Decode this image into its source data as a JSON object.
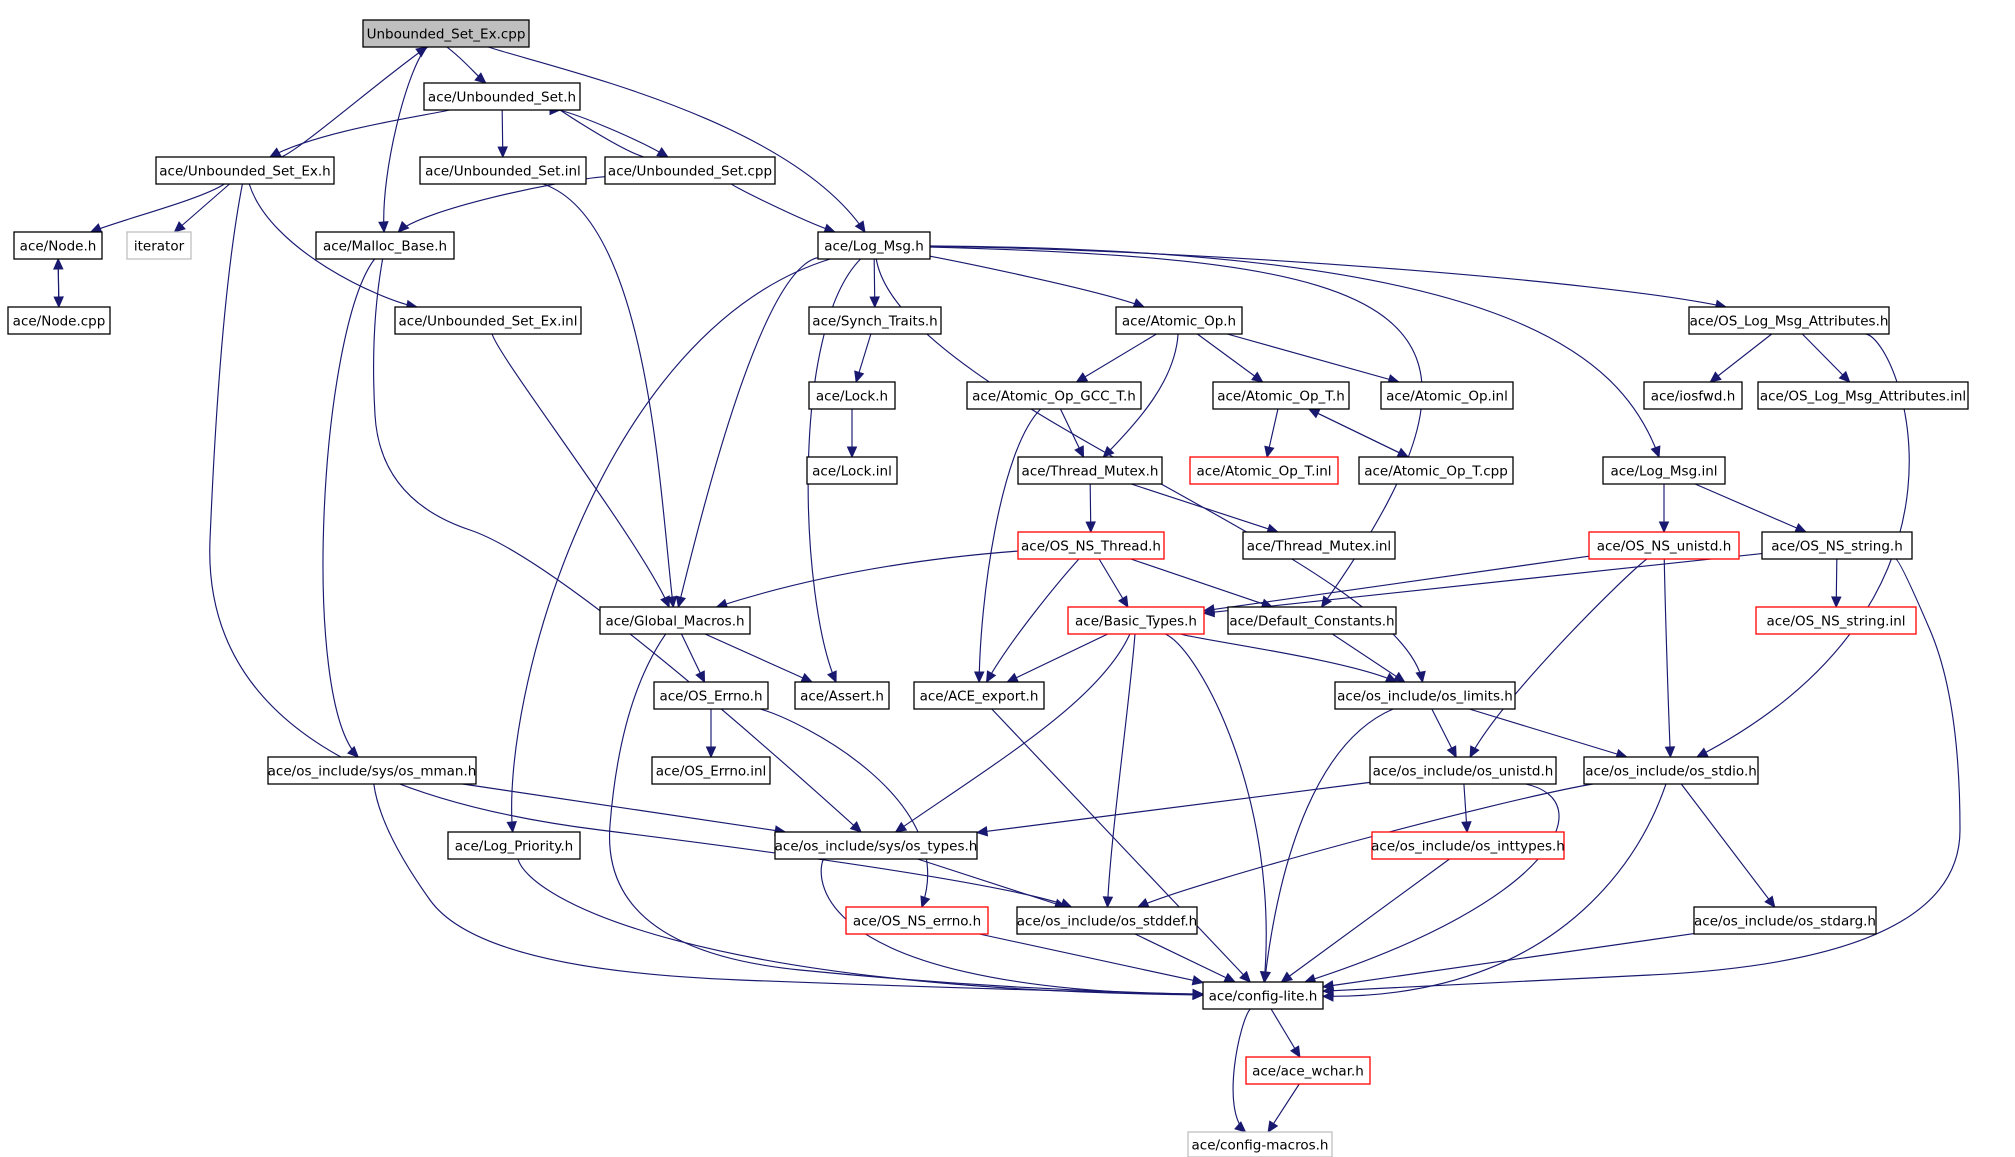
{
  "colors": {
    "edge": "#191970",
    "node_border": "#000000",
    "undocumented_border": "#ff0000",
    "external_border": "#bfbfbf",
    "root_fill": "#bfbfbf",
    "node_fill": "#ffffff"
  },
  "nodes": [
    {
      "id": "root",
      "label": "Unbounded_Set_Ex.cpp",
      "kind": "root"
    },
    {
      "id": "unbounded_set_h",
      "label": "ace/Unbounded_Set.h",
      "kind": "normal"
    },
    {
      "id": "unbounded_set_ex_h",
      "label": "ace/Unbounded_Set_Ex.h",
      "kind": "normal"
    },
    {
      "id": "unbounded_set_inl",
      "label": "ace/Unbounded_Set.inl",
      "kind": "normal"
    },
    {
      "id": "unbounded_set_cpp",
      "label": "ace/Unbounded_Set.cpp",
      "kind": "normal"
    },
    {
      "id": "node_h",
      "label": "ace/Node.h",
      "kind": "normal"
    },
    {
      "id": "iterator",
      "label": "iterator",
      "kind": "external"
    },
    {
      "id": "malloc_base_h",
      "label": "ace/Malloc_Base.h",
      "kind": "normal"
    },
    {
      "id": "log_msg_h",
      "label": "ace/Log_Msg.h",
      "kind": "normal"
    },
    {
      "id": "node_cpp",
      "label": "ace/Node.cpp",
      "kind": "normal"
    },
    {
      "id": "unbounded_set_ex_inl",
      "label": "ace/Unbounded_Set_Ex.inl",
      "kind": "normal"
    },
    {
      "id": "synch_traits_h",
      "label": "ace/Synch_Traits.h",
      "kind": "normal"
    },
    {
      "id": "atomic_op_h",
      "label": "ace/Atomic_Op.h",
      "kind": "normal"
    },
    {
      "id": "os_log_msg_attributes_h",
      "label": "ace/OS_Log_Msg_Attributes.h",
      "kind": "normal"
    },
    {
      "id": "lock_h",
      "label": "ace/Lock.h",
      "kind": "normal"
    },
    {
      "id": "atomic_op_gcc_t_h",
      "label": "ace/Atomic_Op_GCC_T.h",
      "kind": "normal"
    },
    {
      "id": "atomic_op_t_h",
      "label": "ace/Atomic_Op_T.h",
      "kind": "normal"
    },
    {
      "id": "atomic_op_inl",
      "label": "ace/Atomic_Op.inl",
      "kind": "normal"
    },
    {
      "id": "iosfwd_h",
      "label": "ace/iosfwd.h",
      "kind": "normal"
    },
    {
      "id": "os_log_msg_attributes_inl",
      "label": "ace/OS_Log_Msg_Attributes.inl",
      "kind": "normal"
    },
    {
      "id": "lock_inl",
      "label": "ace/Lock.inl",
      "kind": "normal"
    },
    {
      "id": "thread_mutex_h",
      "label": "ace/Thread_Mutex.h",
      "kind": "normal"
    },
    {
      "id": "atomic_op_t_inl",
      "label": "ace/Atomic_Op_T.inl",
      "kind": "undocumented"
    },
    {
      "id": "atomic_op_t_cpp",
      "label": "ace/Atomic_Op_T.cpp",
      "kind": "normal"
    },
    {
      "id": "log_msg_inl",
      "label": "ace/Log_Msg.inl",
      "kind": "normal"
    },
    {
      "id": "os_ns_thread_h",
      "label": "ace/OS_NS_Thread.h",
      "kind": "undocumented"
    },
    {
      "id": "thread_mutex_inl",
      "label": "ace/Thread_Mutex.inl",
      "kind": "normal"
    },
    {
      "id": "os_ns_unistd_h",
      "label": "ace/OS_NS_unistd.h",
      "kind": "undocumented"
    },
    {
      "id": "os_ns_string_h",
      "label": "ace/OS_NS_string.h",
      "kind": "normal"
    },
    {
      "id": "global_macros_h",
      "label": "ace/Global_Macros.h",
      "kind": "normal"
    },
    {
      "id": "basic_types_h",
      "label": "ace/Basic_Types.h",
      "kind": "undocumented"
    },
    {
      "id": "default_constants_h",
      "label": "ace/Default_Constants.h",
      "kind": "normal"
    },
    {
      "id": "os_ns_string_inl",
      "label": "ace/OS_NS_string.inl",
      "kind": "undocumented"
    },
    {
      "id": "os_errno_h",
      "label": "ace/OS_Errno.h",
      "kind": "normal"
    },
    {
      "id": "assert_h",
      "label": "ace/Assert.h",
      "kind": "normal"
    },
    {
      "id": "ace_export_h",
      "label": "ace/ACE_export.h",
      "kind": "normal"
    },
    {
      "id": "os_limits_h",
      "label": "ace/os_include/os_limits.h",
      "kind": "normal"
    },
    {
      "id": "os_errno_inl",
      "label": "ace/OS_Errno.inl",
      "kind": "normal"
    },
    {
      "id": "os_mman_h",
      "label": "ace/os_include/sys/os_mman.h",
      "kind": "normal"
    },
    {
      "id": "os_unistd_h",
      "label": "ace/os_include/os_unistd.h",
      "kind": "normal"
    },
    {
      "id": "os_stdio_h",
      "label": "ace/os_include/os_stdio.h",
      "kind": "normal"
    },
    {
      "id": "log_priority_h",
      "label": "ace/Log_Priority.h",
      "kind": "normal"
    },
    {
      "id": "os_types_h",
      "label": "ace/os_include/sys/os_types.h",
      "kind": "normal"
    },
    {
      "id": "os_inttypes_h",
      "label": "ace/os_include/os_inttypes.h",
      "kind": "undocumented"
    },
    {
      "id": "os_ns_errno_h",
      "label": "ace/OS_NS_errno.h",
      "kind": "undocumented"
    },
    {
      "id": "os_stddef_h",
      "label": "ace/os_include/os_stddef.h",
      "kind": "normal"
    },
    {
      "id": "os_stdarg_h",
      "label": "ace/os_include/os_stdarg.h",
      "kind": "normal"
    },
    {
      "id": "config_lite_h",
      "label": "ace/config-lite.h",
      "kind": "normal"
    },
    {
      "id": "ace_wchar_h",
      "label": "ace/ace_wchar.h",
      "kind": "undocumented"
    },
    {
      "id": "config_macros_h",
      "label": "ace/config-macros.h",
      "kind": "external"
    }
  ],
  "edges": [
    [
      "root",
      "unbounded_set_h"
    ],
    [
      "root",
      "malloc_base_h"
    ],
    [
      "root",
      "log_msg_h"
    ],
    [
      "unbounded_set_ex_h",
      "root"
    ],
    [
      "unbounded_set_h",
      "unbounded_set_ex_h"
    ],
    [
      "unbounded_set_h",
      "unbounded_set_inl"
    ],
    [
      "unbounded_set_h",
      "unbounded_set_cpp"
    ],
    [
      "unbounded_set_cpp",
      "unbounded_set_h"
    ],
    [
      "unbounded_set_cpp",
      "malloc_base_h"
    ],
    [
      "unbounded_set_cpp",
      "log_msg_h"
    ],
    [
      "unbounded_set_inl",
      "global_macros_h"
    ],
    [
      "unbounded_set_ex_h",
      "node_h"
    ],
    [
      "unbounded_set_ex_h",
      "iterator"
    ],
    [
      "unbounded_set_ex_h",
      "unbounded_set_ex_inl"
    ],
    [
      "unbounded_set_ex_h",
      "os_stddef_h"
    ],
    [
      "node_h",
      "node_cpp"
    ],
    [
      "node_cpp",
      "node_h"
    ],
    [
      "malloc_base_h",
      "os_mman_h"
    ],
    [
      "malloc_base_h",
      "os_types_h"
    ],
    [
      "unbounded_set_ex_inl",
      "global_macros_h"
    ],
    [
      "log_msg_h",
      "synch_traits_h"
    ],
    [
      "log_msg_h",
      "atomic_op_h"
    ],
    [
      "log_msg_h",
      "os_log_msg_attributes_h"
    ],
    [
      "log_msg_h",
      "log_msg_inl"
    ],
    [
      "log_msg_h",
      "global_macros_h"
    ],
    [
      "log_msg_h",
      "assert_h"
    ],
    [
      "log_msg_h",
      "log_priority_h"
    ],
    [
      "log_msg_h",
      "os_limits_h"
    ],
    [
      "log_msg_h",
      "default_constants_h"
    ],
    [
      "synch_traits_h",
      "lock_h"
    ],
    [
      "lock_h",
      "lock_inl"
    ],
    [
      "atomic_op_h",
      "atomic_op_gcc_t_h"
    ],
    [
      "atomic_op_h",
      "atomic_op_t_h"
    ],
    [
      "atomic_op_h",
      "atomic_op_inl"
    ],
    [
      "atomic_op_h",
      "thread_mutex_h"
    ],
    [
      "atomic_op_gcc_t_h",
      "thread_mutex_h"
    ],
    [
      "atomic_op_gcc_t_h",
      "ace_export_h"
    ],
    [
      "atomic_op_t_h",
      "atomic_op_t_inl"
    ],
    [
      "atomic_op_t_h",
      "atomic_op_t_cpp"
    ],
    [
      "atomic_op_t_cpp",
      "atomic_op_t_h"
    ],
    [
      "os_log_msg_attributes_h",
      "iosfwd_h"
    ],
    [
      "os_log_msg_attributes_h",
      "os_log_msg_attributes_inl"
    ],
    [
      "os_log_msg_attributes_h",
      "os_stdio_h"
    ],
    [
      "thread_mutex_h",
      "os_ns_thread_h"
    ],
    [
      "thread_mutex_h",
      "thread_mutex_inl"
    ],
    [
      "os_ns_thread_h",
      "global_macros_h"
    ],
    [
      "os_ns_thread_h",
      "basic_types_h"
    ],
    [
      "os_ns_thread_h",
      "default_constants_h"
    ],
    [
      "os_ns_thread_h",
      "ace_export_h"
    ],
    [
      "log_msg_inl",
      "os_ns_unistd_h"
    ],
    [
      "log_msg_inl",
      "os_ns_string_h"
    ],
    [
      "os_ns_unistd_h",
      "basic_types_h"
    ],
    [
      "os_ns_unistd_h",
      "os_unistd_h"
    ],
    [
      "os_ns_unistd_h",
      "os_stdio_h"
    ],
    [
      "os_ns_string_h",
      "basic_types_h"
    ],
    [
      "os_ns_string_h",
      "os_ns_string_inl"
    ],
    [
      "os_ns_string_h",
      "config_lite_h"
    ],
    [
      "global_macros_h",
      "os_errno_h"
    ],
    [
      "global_macros_h",
      "assert_h"
    ],
    [
      "global_macros_h",
      "config_lite_h"
    ],
    [
      "basic_types_h",
      "ace_export_h"
    ],
    [
      "basic_types_h",
      "os_limits_h"
    ],
    [
      "basic_types_h",
      "os_types_h"
    ],
    [
      "basic_types_h",
      "os_stddef_h"
    ],
    [
      "basic_types_h",
      "config_lite_h"
    ],
    [
      "default_constants_h",
      "os_limits_h"
    ],
    [
      "os_errno_h",
      "os_errno_inl"
    ],
    [
      "os_errno_h",
      "os_ns_errno_h"
    ],
    [
      "ace_export_h",
      "config_lite_h"
    ],
    [
      "os_limits_h",
      "os_unistd_h"
    ],
    [
      "os_limits_h",
      "os_stdio_h"
    ],
    [
      "os_limits_h",
      "config_lite_h"
    ],
    [
      "os_mman_h",
      "os_types_h"
    ],
    [
      "os_mman_h",
      "config_lite_h"
    ],
    [
      "os_unistd_h",
      "os_types_h"
    ],
    [
      "os_unistd_h",
      "os_inttypes_h"
    ],
    [
      "os_unistd_h",
      "config_lite_h"
    ],
    [
      "os_stdio_h",
      "os_stddef_h"
    ],
    [
      "os_stdio_h",
      "os_stdarg_h"
    ],
    [
      "os_stdio_h",
      "config_lite_h"
    ],
    [
      "log_priority_h",
      "config_lite_h"
    ],
    [
      "os_types_h",
      "os_stddef_h"
    ],
    [
      "os_types_h",
      "config_lite_h"
    ],
    [
      "os_inttypes_h",
      "config_lite_h"
    ],
    [
      "os_ns_errno_h",
      "config_lite_h"
    ],
    [
      "os_stddef_h",
      "config_lite_h"
    ],
    [
      "os_stdarg_h",
      "config_lite_h"
    ],
    [
      "config_lite_h",
      "ace_wchar_h"
    ],
    [
      "config_lite_h",
      "config_macros_h"
    ],
    [
      "ace_wchar_h",
      "config_macros_h"
    ]
  ]
}
